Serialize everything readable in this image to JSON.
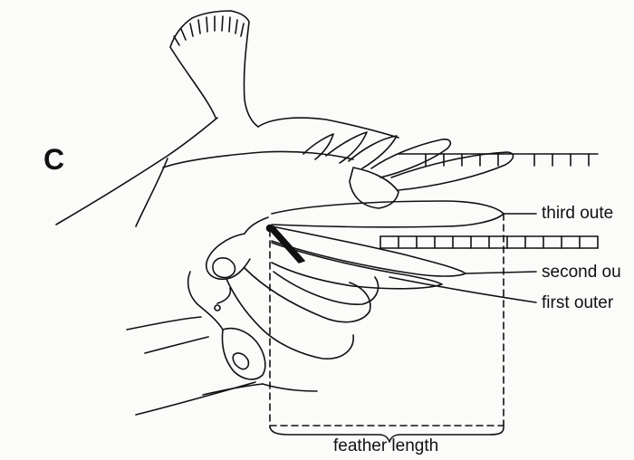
{
  "diagram": {
    "panel_letter": "C",
    "labels": {
      "third_outer": "third oute",
      "second_outer": "second ou",
      "first_outer": "first outer",
      "feather_length": "feather length"
    },
    "colors": {
      "line": "#111111",
      "background": "#fbfbfa"
    }
  }
}
